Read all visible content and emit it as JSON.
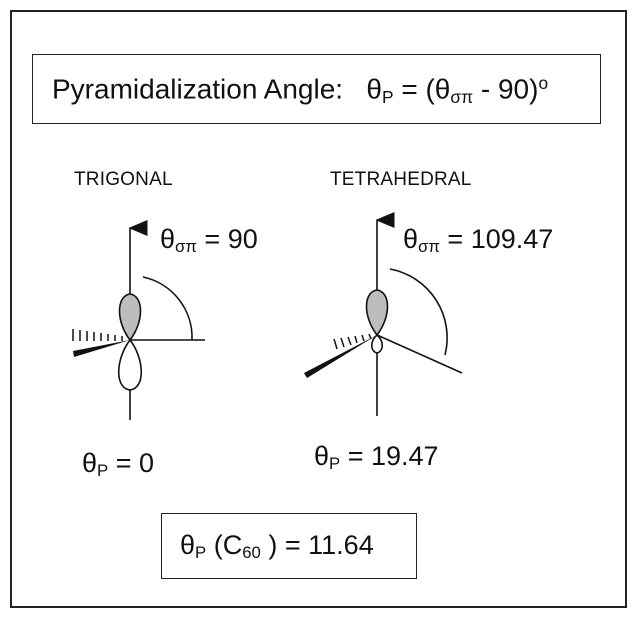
{
  "header": {
    "label": "Pyramidalization  Angle:",
    "theta": "θ",
    "theta_sub": "P",
    "eq_open": "= (θ",
    "eq_sub": "σπ",
    "eq_close": "- 90)",
    "eq_sup": "o"
  },
  "trigonal": {
    "title": "TRIGONAL",
    "angle_theta": "θ",
    "angle_sub": "σπ",
    "angle_value": "= 90",
    "p_theta": "θ",
    "p_sub": "P",
    "p_value": "= 0"
  },
  "tetrahedral": {
    "title": "TETRAHEDRAL",
    "angle_theta": "θ",
    "angle_sub": "σπ",
    "angle_value": "= 109.47",
    "p_theta": "θ",
    "p_sub": "P",
    "p_value": "= 19.47"
  },
  "result": {
    "theta": "θ",
    "theta_sub": "P",
    "mol_open": "(C",
    "mol_sub": "60",
    "mol_close": ")",
    "value": "= 11.64"
  },
  "colors": {
    "lobe_fill": "#bdbdbd",
    "line": "#111111"
  }
}
